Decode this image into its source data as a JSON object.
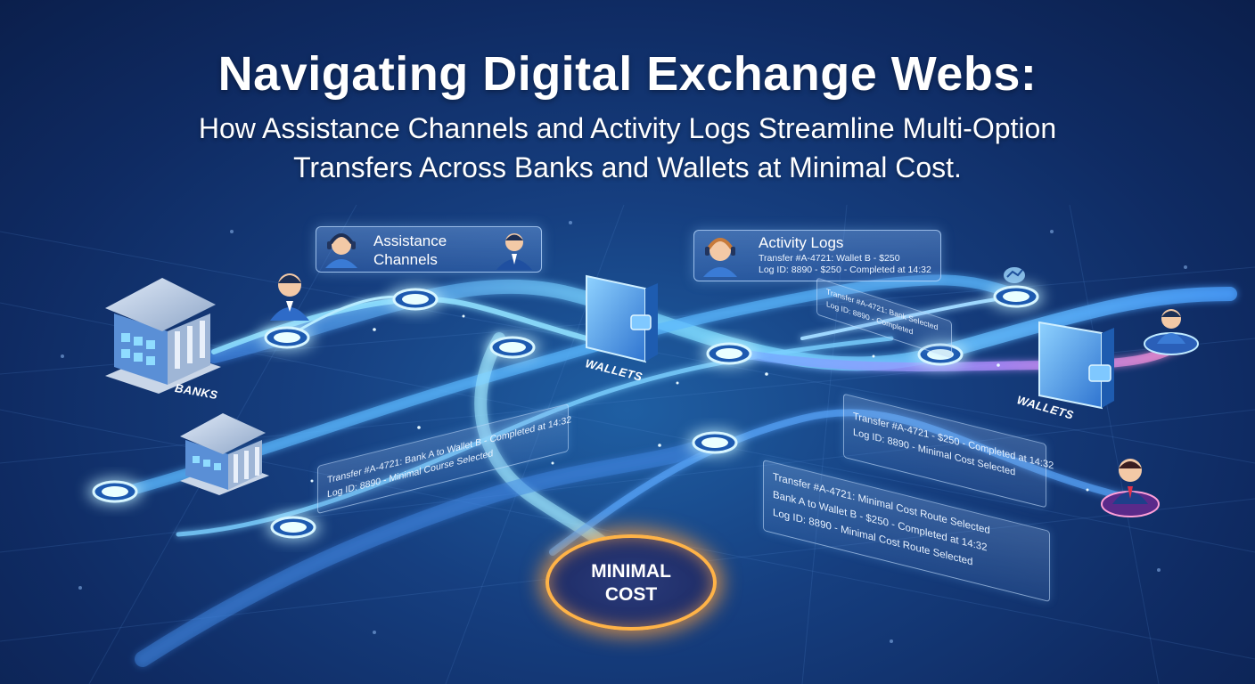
{
  "title": "Navigating Digital Exchange Webs:",
  "subtitle_line1": "How Assistance Channels and Activity Logs Streamline Multi-Option",
  "subtitle_line2": "Transfers Across Banks and Wallets at Minimal Cost.",
  "assistance_callout": {
    "line1": "Assistance",
    "line2": "Channels"
  },
  "activity_callout": {
    "heading": "Activity Logs",
    "line1": "Transfer #A-4721: Wallet B - $250",
    "line2": "Log ID: 8890 - $250 - Completed at 14:32"
  },
  "node_labels": {
    "banks": "BANKS",
    "wallets_center": "WALLETS",
    "wallets_right": "WALLETS"
  },
  "log_cards": {
    "left": {
      "line1": "Transfer #A-4721: Bank A to Wallet B - Completed at 14:32",
      "line2": "Log ID: 8890 - Minimal Course Selected"
    },
    "right": {
      "line1": "Transfer #A-4721 - $250 - Completed at 14:32",
      "line2": "Log ID: 8890 - Minimal Cost Selected"
    },
    "bottom": {
      "line1": "Transfer #A-4721: Minimal Cost Route Selected",
      "line2": "Bank A to Wallet B - $250 - Completed at 14:32",
      "line3": "Log ID: 8890 - Minimal Cost Route Selected"
    },
    "top_right": {
      "line1": "Transfer #A-4721: Bank Selected",
      "line2": "Log ID: 8890 - Completed"
    }
  },
  "minimal_cost": {
    "line1": "MINIMAL",
    "line2": "COST"
  },
  "colors": {
    "background": "#123a7a",
    "stream_blue": "#4fc3ff",
    "stream_purple": "#b58cff",
    "node_glow": "#9fe4ff",
    "cost_ring": "#ffb347"
  },
  "icons": [
    "bank-building-icon",
    "wallet-icon",
    "support-agent-icon",
    "user-avatar-icon",
    "cloud-icon"
  ]
}
